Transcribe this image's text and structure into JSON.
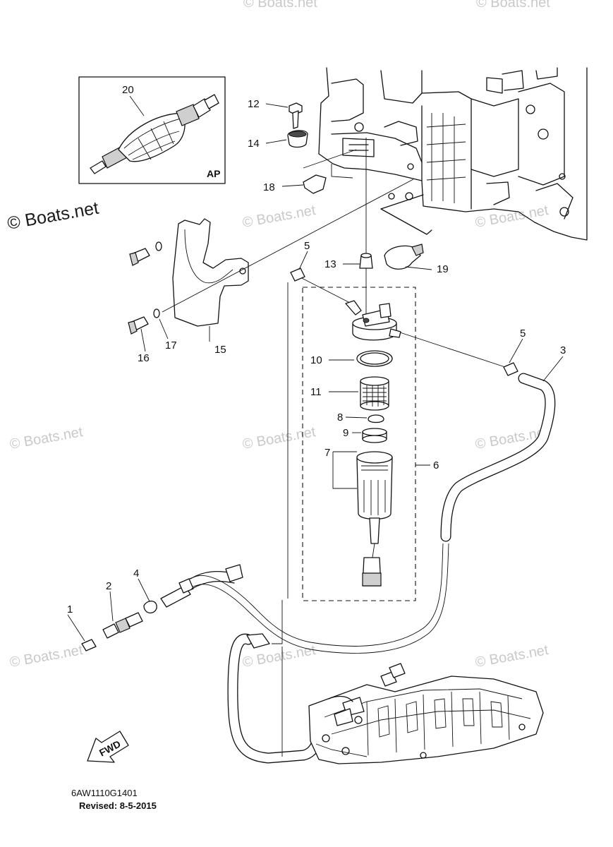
{
  "watermark": {
    "text": "© Boats.net",
    "main_text": "© Boats.net"
  },
  "inset": {
    "label": "AP"
  },
  "fwd_arrow": {
    "label": "FWD"
  },
  "footer": {
    "code": "6AW1110G1401",
    "revised": "Revised: 8-5-2015"
  },
  "callouts": [
    {
      "number": "1",
      "part": "plug"
    },
    {
      "number": "2",
      "part": "fuel-joint"
    },
    {
      "number": "3",
      "part": "fuel-hose-outlet"
    },
    {
      "number": "4",
      "part": "hose-clip-inlet"
    },
    {
      "number": "5",
      "part": "hose-clip"
    },
    {
      "number": "6",
      "part": "fuel-filter-assembly"
    },
    {
      "number": "7",
      "part": "filter-cup-assembly"
    },
    {
      "number": "8",
      "part": "o-ring-small"
    },
    {
      "number": "9",
      "part": "float"
    },
    {
      "number": "10",
      "part": "o-ring"
    },
    {
      "number": "11",
      "part": "filter-element"
    },
    {
      "number": "12",
      "part": "bolt"
    },
    {
      "number": "13",
      "part": "collar"
    },
    {
      "number": "14",
      "part": "grommet"
    },
    {
      "number": "15",
      "part": "filter-bracket"
    },
    {
      "number": "16",
      "part": "bolt"
    },
    {
      "number": "17",
      "part": "washer"
    },
    {
      "number": "18",
      "part": "clip"
    },
    {
      "number": "19",
      "part": "holder"
    },
    {
      "number": "20",
      "part": "primer-pump"
    }
  ]
}
